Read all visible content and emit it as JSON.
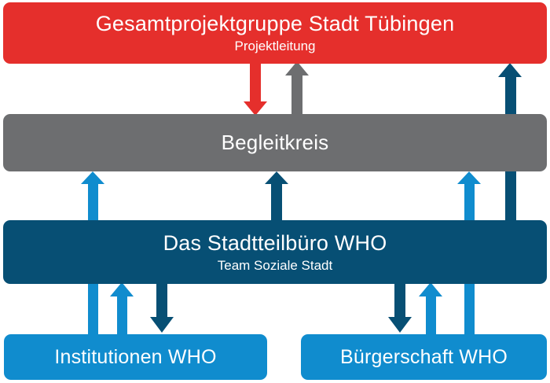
{
  "diagram": {
    "type": "organizational-flow",
    "language": "de",
    "background": "#FFFFFF",
    "palette": {
      "red": "#E52F2C",
      "gray": "#6D6E70",
      "dark_blue": "#074F74",
      "light_blue": "#108CCE",
      "text": "#FFFFFF"
    },
    "nodes": [
      {
        "id": "gesamtprojektgruppe",
        "title": "Gesamtprojektgruppe Stadt Tübingen",
        "subtitle": "Projektleitung",
        "color": "#E52F2C",
        "level": 1
      },
      {
        "id": "begleitkreis",
        "title": "Begleitkreis",
        "subtitle": "",
        "color": "#6D6E70",
        "level": 2
      },
      {
        "id": "stadtteilbuero",
        "title": "Das Stadtteilbüro WHO",
        "subtitle": "Team Soziale Stadt",
        "color": "#074F74",
        "level": 3
      },
      {
        "id": "institutionen",
        "title": "Institutionen WHO",
        "subtitle": "",
        "color": "#108CCE",
        "level": 4
      },
      {
        "id": "buergerschaft",
        "title": "Bürgerschaft WHO",
        "subtitle": "",
        "color": "#108CCE",
        "level": 4
      }
    ],
    "connectors": [
      {
        "id": "gesamt-to-begleit",
        "from": "gesamtprojektgruppe",
        "to": "begleitkreis",
        "direction": "down",
        "color": "#E52F2C"
      },
      {
        "id": "begleit-to-gesamt",
        "from": "begleitkreis",
        "to": "gesamtprojektgruppe",
        "direction": "up",
        "color": "#6D6E70"
      },
      {
        "id": "stadtteilbuero-to-gesamt",
        "from": "stadtteilbuero",
        "to": "gesamtprojektgruppe",
        "direction": "up",
        "color": "#074F74"
      },
      {
        "id": "stadtteilbuero-to-begleit",
        "from": "stadtteilbuero",
        "to": "begleitkreis",
        "direction": "up",
        "color": "#074F74"
      },
      {
        "id": "institutionen-to-begleit",
        "from": "institutionen",
        "to": "begleitkreis",
        "direction": "up",
        "color": "#108CCE"
      },
      {
        "id": "buergerschaft-to-begleit",
        "from": "buergerschaft",
        "to": "begleitkreis",
        "direction": "up",
        "color": "#108CCE"
      },
      {
        "id": "stadtteilbuero-to-institutionen",
        "from": "stadtteilbuero",
        "to": "institutionen",
        "direction": "down",
        "color": "#074F74"
      },
      {
        "id": "institutionen-to-stadtteilbuero",
        "from": "institutionen",
        "to": "stadtteilbuero",
        "direction": "up",
        "color": "#108CCE"
      },
      {
        "id": "stadtteilbuero-to-buergerschaft",
        "from": "stadtteilbuero",
        "to": "buergerschaft",
        "direction": "down",
        "color": "#074F74"
      },
      {
        "id": "buergerschaft-to-stadtteilbuero",
        "from": "buergerschaft",
        "to": "stadtteilbuero",
        "direction": "up",
        "color": "#108CCE"
      }
    ]
  }
}
